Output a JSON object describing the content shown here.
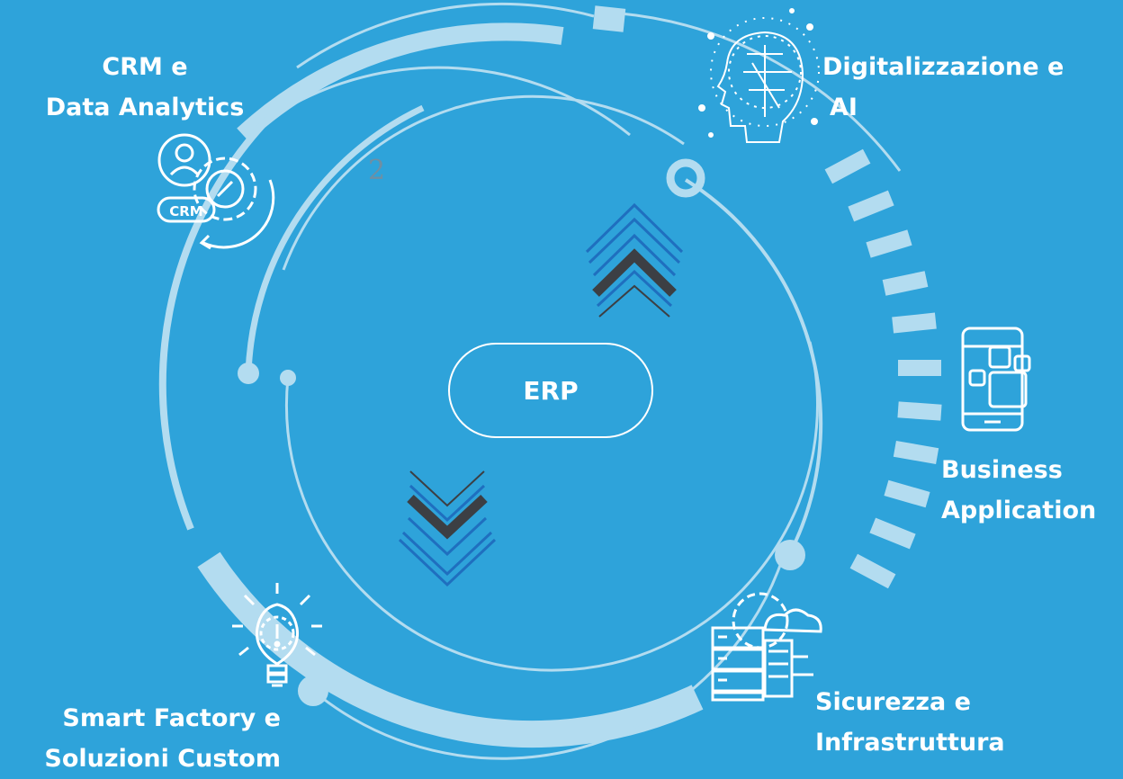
{
  "center": {
    "label": "ERP"
  },
  "stray_number": "2",
  "nodes": {
    "crm": {
      "line1": "CRM e",
      "line2": "Data Analytics",
      "icon": "crm-gear-icon",
      "icon_text": "CRM"
    },
    "ai": {
      "line1": "Digitalizzazione e",
      "line2": "AI",
      "icon": "ai-head-icon"
    },
    "business": {
      "line1": "Business",
      "line2": "Application",
      "icon": "mobile-app-icon"
    },
    "security": {
      "line1": "Sicurezza e",
      "line2": "Infrastruttura",
      "icon": "server-cloud-icon"
    },
    "factory": {
      "line1": "Smart Factory e",
      "line2": "Soluzioni Custom",
      "icon": "lightbulb-icon"
    }
  },
  "colors": {
    "background": "#2ea3da",
    "ring": "#b3dcf0",
    "white": "#ffffff",
    "arrow_dark": "#3c3f44",
    "arrow_blue": "#1f6fbf"
  }
}
